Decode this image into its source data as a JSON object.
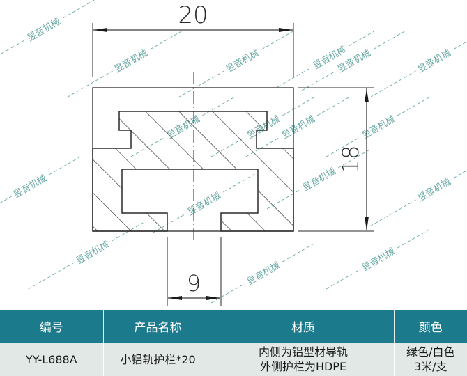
{
  "drawing": {
    "dimensions": {
      "width": "20",
      "height": "18",
      "slot_width": "9"
    },
    "watermark": "昱音机械",
    "colors": {
      "line": "#2a2a2a",
      "hatch": "#2a2a2a",
      "watermark": "#4f9a94"
    }
  },
  "table": {
    "headers": [
      "编号",
      "产品名称",
      "材质",
      "颜色"
    ],
    "rows": [
      {
        "code": "YY-L688A",
        "name": "小铝轨护栏*20",
        "material": [
          "内侧为铝型材导轨",
          "外侧护栏为HDPE"
        ],
        "color": [
          "绿色/白色",
          "3米/支"
        ]
      }
    ],
    "colors": {
      "header_bg": "#1b7a8c",
      "header_text": "#ffffff",
      "body_bg": "#e1e8e6"
    }
  }
}
